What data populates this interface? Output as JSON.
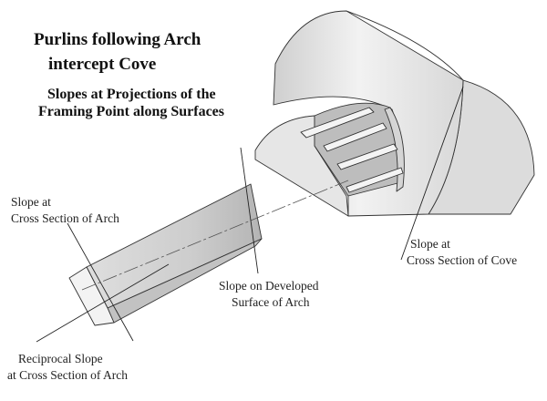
{
  "title": [
    "Purlins following Arch",
    "intercept Cove"
  ],
  "subtitle": [
    "Slopes at Projections of the",
    "Framing Point along Surfaces"
  ],
  "labels": {
    "slope_cross_section_arch": [
      "Slope at",
      "Cross Section of Arch"
    ],
    "slope_developed_surface": [
      "Slope on Developed",
      "Surface of Arch"
    ],
    "slope_cross_section_cove": [
      "Slope at",
      "Cross Section of Cove"
    ],
    "reciprocal_slope": [
      "Reciprocal Slope",
      "at Cross Section of Arch"
    ]
  },
  "colors": {
    "background": "#ffffff",
    "shade_light": "#e8e8e8",
    "shade_mid": "#d2d2d2",
    "shade_dark": "#b8b8b8",
    "edge": "#333333"
  }
}
